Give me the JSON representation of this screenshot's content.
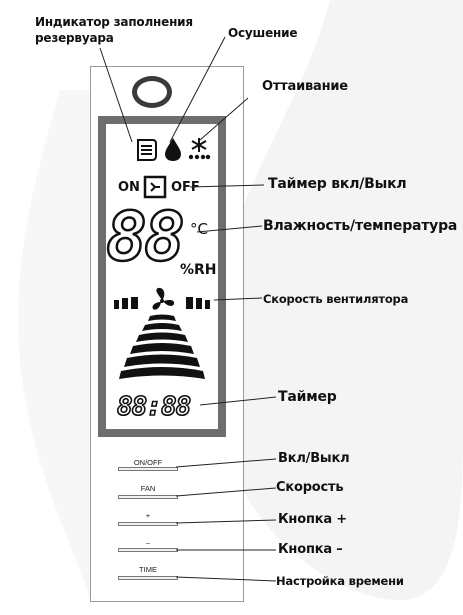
{
  "labels": {
    "tank_indicator_line1": "Индикатор заполнения",
    "tank_indicator_line2": "резервуара",
    "drying": "Осушение",
    "defrost": "Оттаивание",
    "timer_onoff": "Таймер вкл/Выкл",
    "humidity_temp": "Влажность/температура",
    "fan_speed": "Скорость вентилятора",
    "timer": "Таймер",
    "power": "Вкл/Выкл",
    "speed": "Скорость",
    "plus": "Кнопка +",
    "minus": "Кнопка –",
    "time_setting": "Настройка времени"
  },
  "lcd": {
    "on": "ON",
    "off": "OFF",
    "big_digits": "88",
    "celsius": "°C",
    "rh": "%RH",
    "clock": "88:88"
  },
  "buttons": {
    "onoff": "ON/OFF",
    "fan": "FAN",
    "plus": "+",
    "minus": "–",
    "time": "TIME"
  },
  "colors": {
    "lcd_border": "#6e6e6e",
    "device_border": "#9a9a9a",
    "background_drop": "#f3f3f3",
    "ink": "#111111"
  },
  "icons": {
    "tank": "tank-icon",
    "drop": "water-drop-icon",
    "defrost": "defrost-icon",
    "timer": "timer-icon",
    "fan": "fan-icon"
  }
}
